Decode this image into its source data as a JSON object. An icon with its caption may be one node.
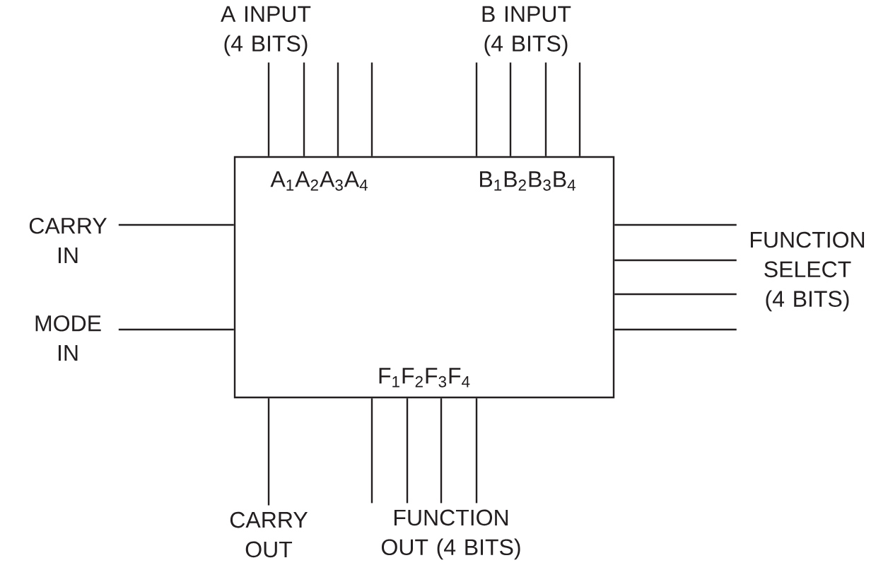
{
  "diagram": {
    "nodes": [
      {
        "text": [
          "A$_{1}$A$_{2}$A$_{3}$A$_{4}$",
          "B$_{1}$B$_{2}$B$_{3}$B$_{4}$",
          "F$_{1}$F$_{2}$F$_{3}$F$_{4}$"
        ]
      },
      {
        "text": [
          "A INPUT (4 BITS)"
        ]
      },
      {
        "text": [
          "B INPUT (4 BITS)"
        ]
      },
      {
        "text": [
          "CARRY IN"
        ]
      },
      {
        "text": [
          "MODE IN"
        ]
      },
      {
        "text": [
          "FUNCTION SELECT (4 BITS)"
        ]
      },
      {
        "text": [
          "CARRY OUT"
        ]
      },
      {
        "text": [
          "FUNCTION OUT (4 BITS)"
        ]
      }
    ],
    "edges": [
      {
        "from": 1,
        "to": 0,
        "arrow": "none"
      },
      {
        "from": 1,
        "to": 0,
        "arrow": "none"
      },
      {
        "from": 1,
        "to": 0,
        "arrow": "none"
      },
      {
        "from": 1,
        "to": 0,
        "arrow": "none"
      },
      {
        "from": 2,
        "to": 0,
        "arrow": "none"
      },
      {
        "from": 2,
        "to": 0,
        "arrow": "none"
      },
      {
        "from": 2,
        "to": 0,
        "arrow": "none"
      },
      {
        "from": 2,
        "to": 0,
        "arrow": "none"
      },
      {
        "from": 3,
        "to": 0,
        "arrow": "none"
      },
      {
        "from": 4,
        "to": 0,
        "arrow": "none"
      },
      {
        "from": 5,
        "to": 0,
        "arrow": "none"
      },
      {
        "from": 5,
        "to": 0,
        "arrow": "none"
      },
      {
        "from": 5,
        "to": 0,
        "arrow": "none"
      },
      {
        "from": 5,
        "to": 0,
        "arrow": "none"
      },
      {
        "from": 0,
        "to": 6,
        "arrow": "none"
      },
      {
        "from": 0,
        "to": 7,
        "arrow": "none"
      },
      {
        "from": 0,
        "to": 7,
        "arrow": "none"
      },
      {
        "from": 0,
        "to": 7,
        "arrow": "none"
      },
      {
        "from": 0,
        "to": 7,
        "arrow": "none"
      }
    ]
  }
}
